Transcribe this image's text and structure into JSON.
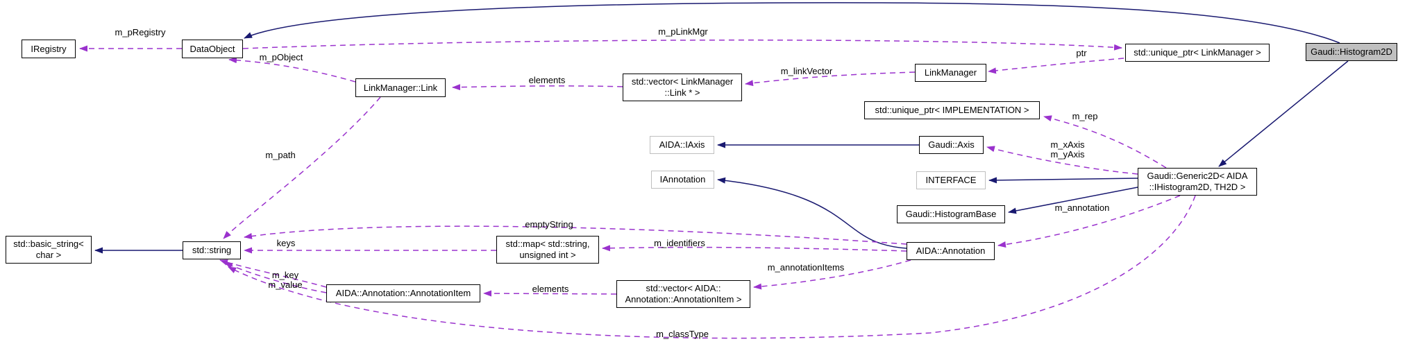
{
  "diagram": {
    "kind": "collaboration-graph",
    "main_class": "Gaudi::Histogram2D"
  },
  "nodes": [
    {
      "id": "iregistry",
      "label": "IRegistry",
      "kind": "class"
    },
    {
      "id": "dataobject",
      "label": "DataObject",
      "kind": "class"
    },
    {
      "id": "linkmanager-link",
      "label": "LinkManager::Link",
      "kind": "class"
    },
    {
      "id": "vector-linkmanager-link",
      "label": "std::vector< LinkManager\n::Link * >",
      "kind": "class"
    },
    {
      "id": "linkmanager",
      "label": "LinkManager",
      "kind": "class"
    },
    {
      "id": "unique-ptr-linkmanager",
      "label": "std::unique_ptr< LinkManager >",
      "kind": "class"
    },
    {
      "id": "gaudi-histogram2d",
      "label": "Gaudi::Histogram2D",
      "kind": "main"
    },
    {
      "id": "unique-ptr-implementation",
      "label": "std::unique_ptr< IMPLEMENTATION >",
      "kind": "class"
    },
    {
      "id": "aida-iaxis",
      "label": "AIDA::IAxis",
      "kind": "external"
    },
    {
      "id": "gaudi-axis",
      "label": "Gaudi::Axis",
      "kind": "class"
    },
    {
      "id": "iannotation",
      "label": "IAnnotation",
      "kind": "external"
    },
    {
      "id": "interface",
      "label": "INTERFACE",
      "kind": "external"
    },
    {
      "id": "gaudi-generic2d",
      "label": "Gaudi::Generic2D< AIDA\n::IHistogram2D, TH2D >",
      "kind": "class"
    },
    {
      "id": "gaudi-histogrambase",
      "label": "Gaudi::HistogramBase",
      "kind": "class"
    },
    {
      "id": "std-basic-string",
      "label": "std::basic_string<\nchar >",
      "kind": "class"
    },
    {
      "id": "std-string",
      "label": "std::string",
      "kind": "class"
    },
    {
      "id": "std-map",
      "label": "std::map< std::string,\nunsigned int >",
      "kind": "class"
    },
    {
      "id": "aida-annotation",
      "label": "AIDA::Annotation",
      "kind": "class"
    },
    {
      "id": "annotation-item",
      "label": "AIDA::Annotation::AnnotationItem",
      "kind": "class"
    },
    {
      "id": "vector-annotation-item",
      "label": "std::vector< AIDA::\nAnnotation::AnnotationItem >",
      "kind": "class"
    }
  ],
  "usage_edges": [
    {
      "label": "m_pRegistry",
      "from": "dataobject",
      "to": "iregistry",
      "style": "dashed"
    },
    {
      "label": "m_pLinkMgr",
      "from": "dataobject",
      "to": "unique-ptr-linkmanager",
      "style": "dashed"
    },
    {
      "label": "m_pObject",
      "from": "linkmanager-link",
      "to": "dataobject",
      "style": "dashed"
    },
    {
      "label": "elements",
      "from": "vector-linkmanager-link",
      "to": "linkmanager-link",
      "style": "dashed"
    },
    {
      "label": "m_linkVector",
      "from": "linkmanager",
      "to": "vector-linkmanager-link",
      "style": "dashed"
    },
    {
      "label": "ptr",
      "from": "unique-ptr-linkmanager",
      "to": "linkmanager",
      "style": "dashed"
    },
    {
      "label": "m_rep",
      "from": "gaudi-generic2d",
      "to": "unique-ptr-implementation",
      "style": "dashed"
    },
    {
      "label": "m_xAxis\nm_yAxis",
      "from": "gaudi-generic2d",
      "to": "gaudi-axis",
      "style": "dashed"
    },
    {
      "label": "m_path",
      "from": "linkmanager-link",
      "to": "std-string",
      "style": "dashed"
    },
    {
      "label": "emptyString",
      "from": "aida-annotation",
      "to": "std-string",
      "style": "dashed"
    },
    {
      "label": "keys",
      "from": "std-map",
      "to": "std-string",
      "style": "dashed"
    },
    {
      "label": "m_identifiers",
      "from": "aida-annotation",
      "to": "std-map",
      "style": "dashed"
    },
    {
      "label": "m_annotation",
      "from": "gaudi-generic2d",
      "to": "aida-annotation",
      "style": "dashed"
    },
    {
      "label": "m_annotationItems",
      "from": "aida-annotation",
      "to": "vector-annotation-item",
      "style": "dashed"
    },
    {
      "label": "m_key\nm_value",
      "from": "annotation-item",
      "to": "std-string",
      "style": "dashed"
    },
    {
      "label": "elements",
      "from": "vector-annotation-item",
      "to": "annotation-item",
      "style": "dashed"
    },
    {
      "label": "m_classType",
      "from": "gaudi-generic2d",
      "to": "std-string",
      "style": "dashed"
    }
  ],
  "inheritance_edges": [
    {
      "from": "gaudi-histogram2d",
      "to": "dataobject",
      "style": "solid"
    },
    {
      "from": "gaudi-histogram2d",
      "to": "gaudi-generic2d",
      "style": "solid"
    },
    {
      "from": "gaudi-axis",
      "to": "aida-iaxis",
      "style": "solid"
    },
    {
      "from": "gaudi-generic2d",
      "to": "interface",
      "style": "solid"
    },
    {
      "from": "gaudi-generic2d",
      "to": "gaudi-histogrambase",
      "style": "solid"
    },
    {
      "from": "aida-annotation",
      "to": "iannotation",
      "style": "solid"
    },
    {
      "from": "std-string",
      "to": "std-basic-string",
      "style": "solid"
    }
  ],
  "colors": {
    "usage_edge": "#9a32cd",
    "inheritance_edge": "#191970",
    "main_node_fill": "#bfbfbf",
    "node_border": "#000000",
    "external_node_border": "#bfbfbf",
    "background": "#ffffff",
    "text": "#000000"
  }
}
